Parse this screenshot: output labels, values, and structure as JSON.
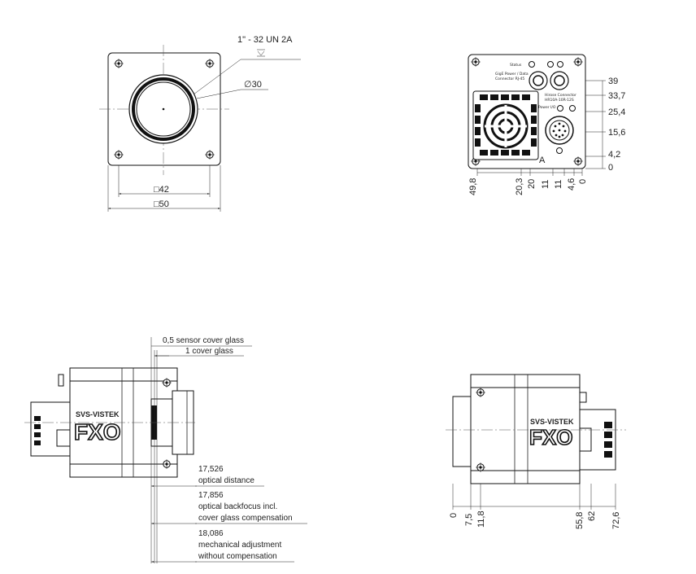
{
  "front_view": {
    "thread_label": "1\" - 32 UN 2A",
    "diameter_label": "∅30",
    "dim_inner": "□42",
    "dim_outer": "□50"
  },
  "rear_view": {
    "status_text": "Status",
    "ethernet_text_1": "GigE Power / Data",
    "ethernet_text_2": "Connector RJ-45",
    "io_text_1": "Hirose Connector",
    "io_text_2": "HR10A-10R-12S",
    "power_text": "Power I/O",
    "section_label": "A",
    "right_dims": [
      "39",
      "33,7",
      "25,4",
      "15,6",
      "4,2",
      "0"
    ],
    "bottom_dims": [
      "49,8",
      "20,3",
      "20",
      "11",
      "11",
      "4,6",
      "0"
    ]
  },
  "side_view": {
    "brand": "SVS-VISTEK",
    "model": "FXO",
    "sensor_glass": "0,5 sensor cover glass",
    "cover_glass": "1  cover glass",
    "dims": [
      {
        "value": "17,526",
        "label": "optical distance"
      },
      {
        "value": "17,856",
        "label": "optical backfocus incl.",
        "label2": "cover glass compensation"
      },
      {
        "value": "18,086",
        "label": "mechanical adjustment",
        "label2": "without compensation"
      }
    ],
    "bottom_dims": [
      "0",
      "7,5",
      "11,8",
      "55,8",
      "62",
      "72,6"
    ]
  }
}
